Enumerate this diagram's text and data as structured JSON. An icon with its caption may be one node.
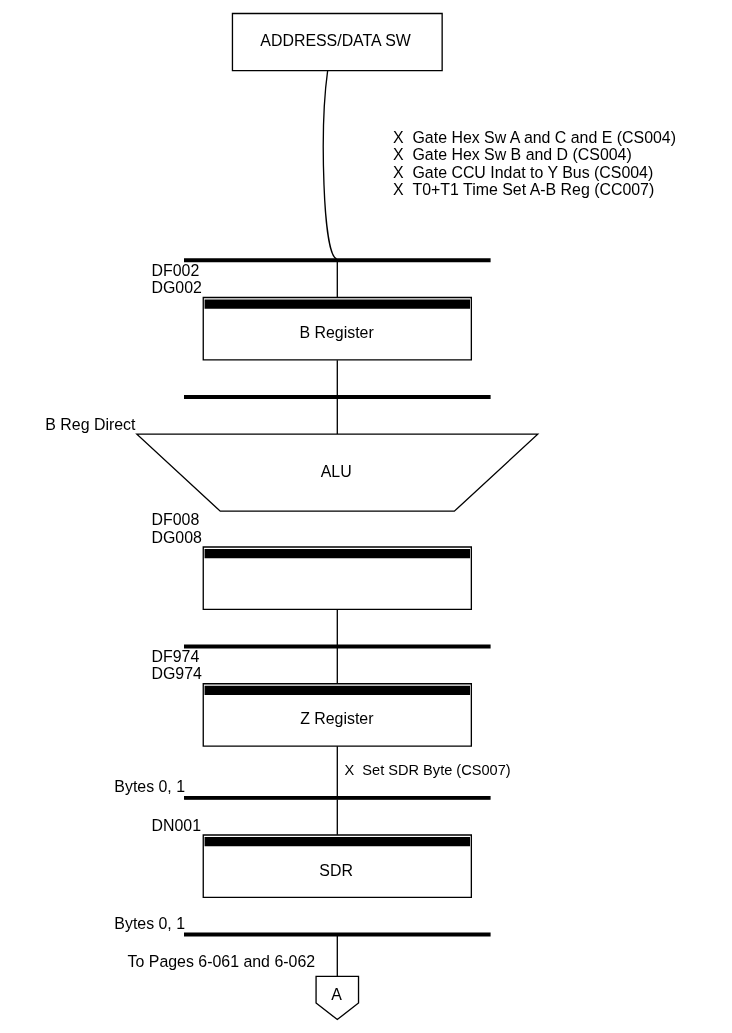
{
  "diagram": {
    "nodes": [
      {
        "text": [
          "ADDRESS/DATA SW"
        ]
      },
      {
        "text": [],
        "shape": "bar"
      },
      {
        "text": [
          "B Register"
        ],
        "beside": [
          "DF002",
          "DG002"
        ]
      },
      {
        "text": [],
        "shape": "bar"
      },
      {
        "text": [
          "ALU"
        ],
        "beside": [
          "B Reg Direct"
        ]
      },
      {
        "text": [],
        "shape": "box",
        "beside": [
          "DF008",
          "DG008"
        ]
      },
      {
        "text": [],
        "shape": "bar"
      },
      {
        "text": [
          "Z Register"
        ],
        "beside": [
          "DF974",
          "DG974"
        ]
      },
      {
        "text": [],
        "shape": "bar",
        "beside": [
          "Bytes 0, 1"
        ]
      },
      {
        "text": [
          "SDR"
        ],
        "beside": [
          "DN001"
        ]
      },
      {
        "text": [],
        "shape": "bar",
        "beside": [
          "Bytes 0, 1"
        ]
      },
      {
        "text": [
          "A"
        ],
        "beside": [
          "To Pages 6-061 and 6-062"
        ]
      }
    ],
    "edges": [
      {
        "from": 0,
        "to": 1,
        "arrow": "none"
      },
      {
        "from": 1,
        "to": 2,
        "arrow": "none"
      },
      {
        "from": 2,
        "to": 3,
        "arrow": "none"
      },
      {
        "from": 3,
        "to": 4,
        "arrow": "none"
      },
      {
        "from": 5,
        "to": 6,
        "arrow": "none"
      },
      {
        "from": 6,
        "to": 7,
        "arrow": "none"
      },
      {
        "from": 7,
        "to": 8,
        "arrow": "none",
        "label": "X  Set SDR Byte (CS007)"
      },
      {
        "from": 8,
        "to": 9,
        "arrow": "none"
      },
      {
        "from": 10,
        "to": 11,
        "arrow": "none"
      }
    ],
    "labels": [
      "X  Gate Hex Sw A and C and E (CS004)",
      "X  Gate Hex Sw B and D (CS004)",
      "X  Gate CCU Indat to Y Bus (CS004)",
      "X  T0+T1 Time Set A-B Reg (CC007)"
    ]
  }
}
